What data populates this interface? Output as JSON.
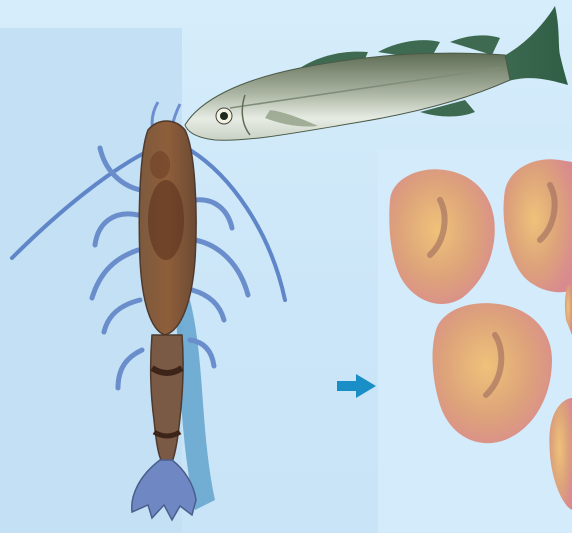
{
  "scene": {
    "background_color": "#cfe8f8",
    "arrow_color": "#1a8fc7",
    "items": [
      {
        "name": "shrimp",
        "icon": "shrimp-icon"
      },
      {
        "name": "fish",
        "icon": "fish-icon"
      },
      {
        "name": "scallop",
        "icon": "scallop-icon",
        "count": 5
      }
    ]
  }
}
